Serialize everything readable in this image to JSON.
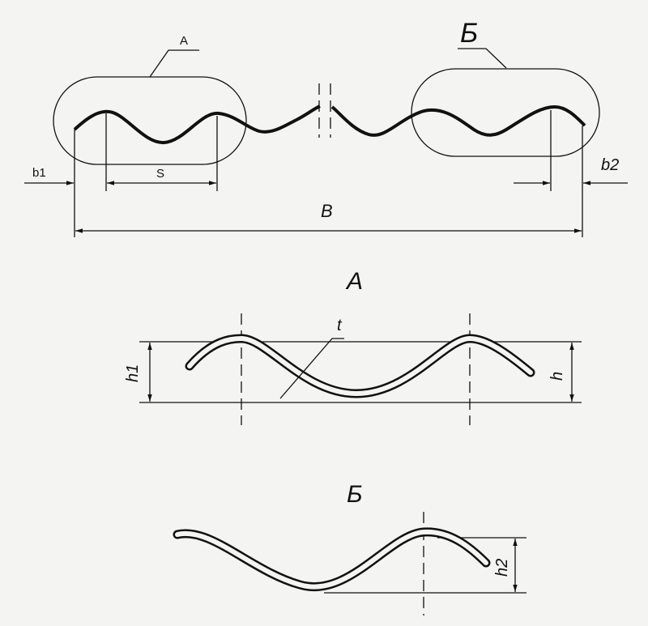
{
  "labels": {
    "detail_a_callout": "A",
    "detail_b_callout": "Б",
    "b1": "b1",
    "s": "S",
    "b2": "b2",
    "b_overall": "B",
    "view_a_title": "A",
    "view_b_title": "Б",
    "t": "t",
    "h1": "h1",
    "h": "h",
    "h2": "h2"
  },
  "colors": {
    "ink": "#111111",
    "paper": "#f4f4f2"
  }
}
